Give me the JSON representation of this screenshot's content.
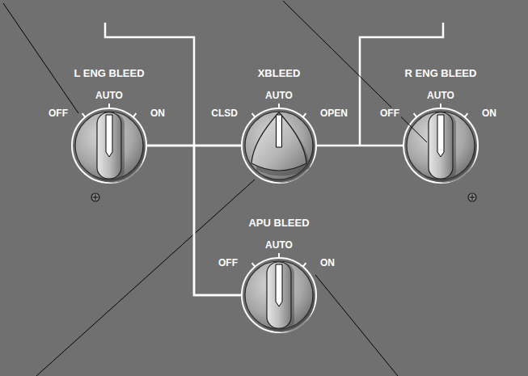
{
  "diagram": {
    "nodes": [
      {
        "text": [
          "L ENG BLEED",
          "OFF",
          "AUTO",
          "ON"
        ]
      },
      {
        "text": [
          "XBLEED",
          "CLSD",
          "AUTO",
          "OPEN"
        ]
      },
      {
        "text": [
          "R ENG BLEED",
          "OFF",
          "AUTO",
          "ON"
        ]
      },
      {
        "text": [
          "APU BLEED",
          "OFF",
          "AUTO",
          "ON"
        ]
      }
    ],
    "edges": [
      {
        "from": 0,
        "to": 1,
        "arrow": "none"
      },
      {
        "from": 1,
        "to": 2,
        "arrow": "none"
      },
      {
        "from": 3,
        "to": 0,
        "arrow": "none"
      },
      {
        "from": 3,
        "to": 1,
        "arrow": "none"
      }
    ]
  }
}
